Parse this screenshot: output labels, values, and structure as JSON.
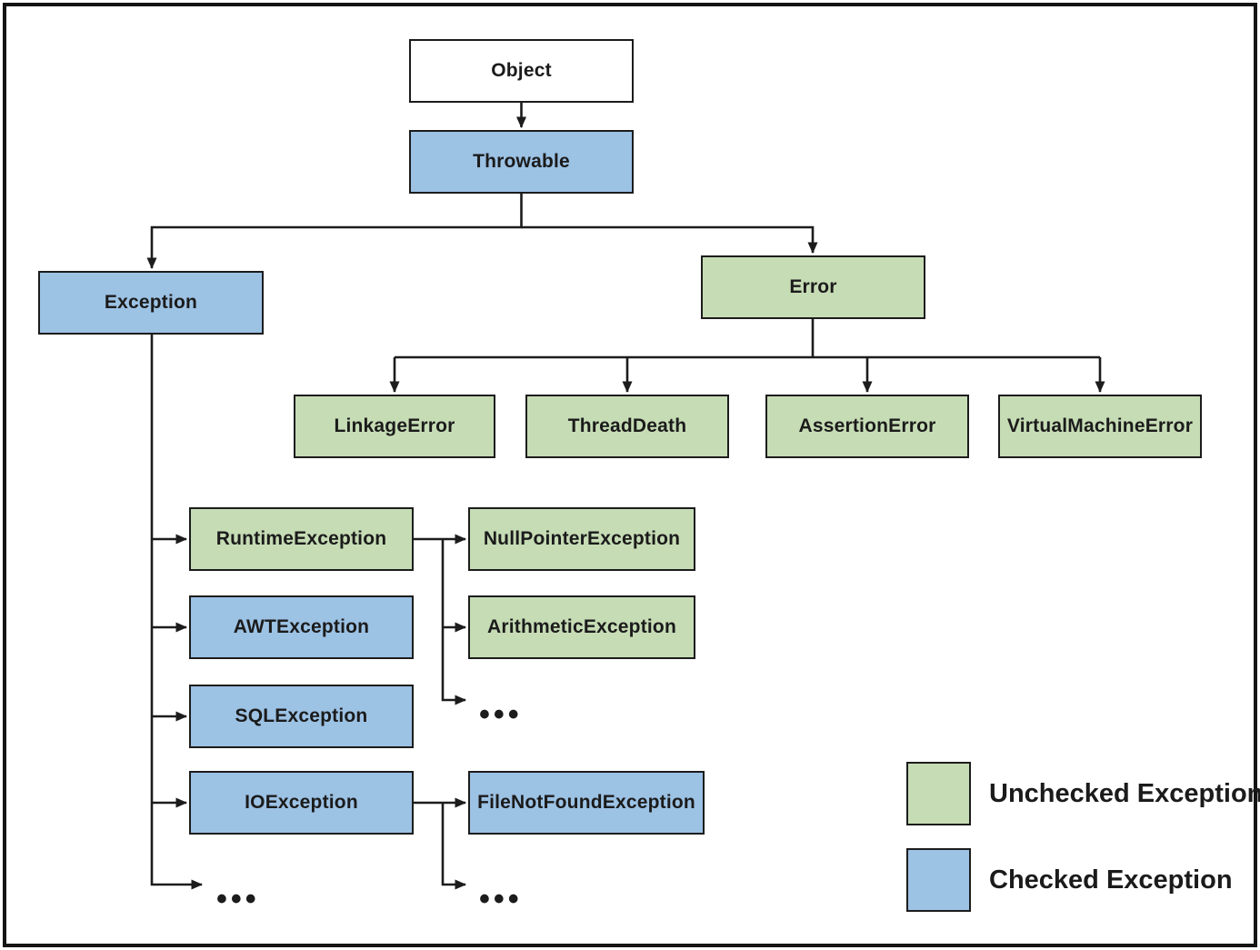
{
  "diagram": {
    "nodes": {
      "object": {
        "label": "Object",
        "category": "root"
      },
      "throwable": {
        "label": "Throwable",
        "category": "checked"
      },
      "exception": {
        "label": "Exception",
        "category": "checked"
      },
      "error": {
        "label": "Error",
        "category": "unchecked"
      },
      "linkage_error": {
        "label": "LinkageError",
        "category": "unchecked"
      },
      "thread_death": {
        "label": "ThreadDeath",
        "category": "unchecked"
      },
      "assertion_error": {
        "label": "AssertionError",
        "category": "unchecked"
      },
      "virtual_machine_error": {
        "label": "VirtualMachineError",
        "category": "unchecked"
      },
      "runtime_exception": {
        "label": "RuntimeException",
        "category": "unchecked"
      },
      "awt_exception": {
        "label": "AWTException",
        "category": "checked"
      },
      "sql_exception": {
        "label": "SQLException",
        "category": "checked"
      },
      "io_exception": {
        "label": "IOException",
        "category": "checked"
      },
      "null_pointer_exception": {
        "label": "NullPointerException",
        "category": "unchecked"
      },
      "arithmetic_exception": {
        "label": "ArithmeticException",
        "category": "unchecked"
      },
      "file_not_found_exception": {
        "label": "FileNotFoundException",
        "category": "checked"
      }
    },
    "ellipsis": "•••",
    "legend": {
      "unchecked_label": "Unchecked Exception",
      "checked_label": "Checked Exception"
    },
    "colors": {
      "unchecked": "#c6dcb5",
      "checked": "#9cc2e4",
      "root": "#ffffff",
      "line": "#1c1c1c",
      "background": "#ffffff"
    }
  }
}
